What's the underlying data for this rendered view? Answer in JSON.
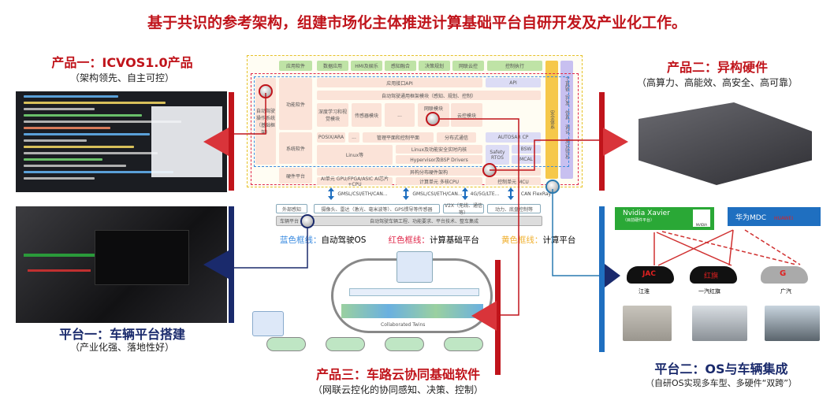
{
  "title": "基于共识的参考架构，组建市场化主体推进计算基础平台自研开发及产业化工作。",
  "product1": {
    "label": "产品一：ICVOS1.0产品",
    "sub": "（架构领先、自主可控）"
  },
  "product2": {
    "label": "产品二：异构硬件",
    "sub": "（高算力、高能效、高安全、高可靠）"
  },
  "product3": {
    "label": "产品三：车路云协同基础软件",
    "sub": "（网联云控化的协同感知、决策、控制）"
  },
  "platform1": {
    "label": "平台一：车辆平台搭建",
    "sub": "（产业化强、落地性好）"
  },
  "platform2": {
    "label": "平台二：OS与车辆集成",
    "sub": "（自研OS实现多车型、多硬件“双跨”）"
  },
  "architecture": {
    "top_row": [
      "应用软件",
      "数据应用",
      "HMI及娱乐",
      "感知融合",
      "决策规划",
      "网联云控",
      "控制执行"
    ],
    "layers": [
      "功能软件",
      "系统软件",
      "硬件平台"
    ],
    "left_col": "自动驾驶操作系统（基础框架）",
    "api": "应用接口API",
    "api_right": "API",
    "func_common": "自动驾驶通用框架模块（感知、规划、控制）",
    "func_modules": [
      "深度学习和视觉模块",
      "传感器模块",
      "...",
      "网联模块",
      "云控模块"
    ],
    "sys_row1": [
      "POSIX/ARA",
      "...",
      "管理平面和控制平面",
      "分布式通信"
    ],
    "autosar": "AUTOSAR CP",
    "linux": "Linux等",
    "linux_safe": "Linux及功能安全实时内核",
    "hypervisor": "Hypervisor及BSP Drivers",
    "safety": "Safety RTOS",
    "bsw": "BSW",
    "mcal": "MCAL",
    "hw_arch": "异构分布硬件架构",
    "hw_units": [
      "AI单元 GPU/FPGA/ASIC AI芯片+CPU",
      "计算单元 多核CPU",
      "控制单元 MCU"
    ],
    "safety_col": "安全体系",
    "tool_col": "工具链（开发、仿真、调试、测试验证）",
    "links": [
      "GMSL/CSI/ETH/CAN...",
      "GMSL/CSI/ETH/CAN...",
      "4G/5G/LTE...",
      "CAN FlexRay"
    ],
    "vehicle_rows": {
      "sensor": "外部感知",
      "sensor_items": [
        "摄像头、雷达（激光、毫米波等）、GPS惯导等传感器",
        "V2X（无线、通信等）",
        "动力、底盘控制等"
      ],
      "vehicle": "车辆平台",
      "vehicle_items": "自动驾驶车辆工程、功能要求、平台技术、整车集成"
    },
    "legend": [
      {
        "key": "蓝色框线：",
        "text": "自动驾驶OS",
        "color": "#3a8be0"
      },
      {
        "key": "红色框线：",
        "text": "计算基础平台",
        "color": "#e0284a"
      },
      {
        "key": "黄色框线：",
        "text": "计算平台",
        "color": "#f0b030"
      }
    ]
  },
  "cloud": {
    "label": "Collaborated Twins"
  },
  "hardware_platforms": [
    {
      "name": "Nvidia Xavier",
      "sub": "（目前硬件平台）",
      "logo": "NVIDIA",
      "color": "#2aa836"
    },
    {
      "name": "华为MDC",
      "logo": "HUAWEI",
      "color": "#1f6fc0"
    }
  ],
  "cars": [
    {
      "name": "江淮",
      "badge": "JAC"
    },
    {
      "name": "一汽红旗",
      "badge": "红旗"
    },
    {
      "name": "广汽",
      "badge": "G"
    }
  ]
}
